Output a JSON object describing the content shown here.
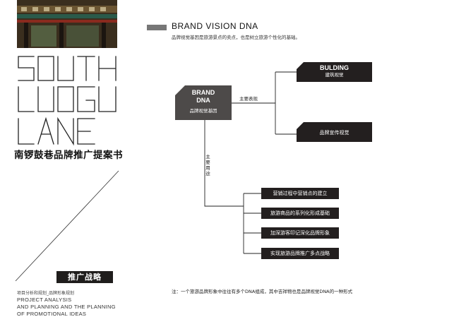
{
  "left_panel": {
    "logo_lines": [
      "SOUTH",
      "LUOGU",
      "LANE"
    ],
    "title_cn": "南锣鼓巷品牌推广提案书",
    "section_tab": "推广战略",
    "subtitle_cn": "项目分析和规划_品牌形象规划",
    "subtitle_en": [
      "PROJECT ANALYSIS",
      "AND PLANNING AND THE PLANNING",
      "OF PROMOTIONAL IDEAS"
    ]
  },
  "header": {
    "title": "BRAND VISION DNA",
    "description": "品牌视觉基因是旅游景点的卖点，也是树立旅游个性化的基础。"
  },
  "diagram": {
    "root": {
      "line1": "BRAND",
      "line2": "DNA",
      "line3": "品牌视觉基因"
    },
    "edge_main": "主要表现",
    "edge_use": "主要用途",
    "bulding": {
      "en": "BULDING",
      "cn": "建筑视觉"
    },
    "promo": "品牌宣传视觉",
    "leaves": [
      "营销过程中营销点的建立",
      "旅游商品的系列化形成基础",
      "加深游客印记深化品牌形象",
      "实现旅游品牌推广多点战略"
    ]
  },
  "footnote": "注：一个旅游品牌形象中往往有多个DNA组成，其中吉祥物也是品牌视觉DNA的一种形式",
  "colors": {
    "dark_box": "#231f1f",
    "root_box": "#4d4a49",
    "header_bar": "#777777"
  }
}
